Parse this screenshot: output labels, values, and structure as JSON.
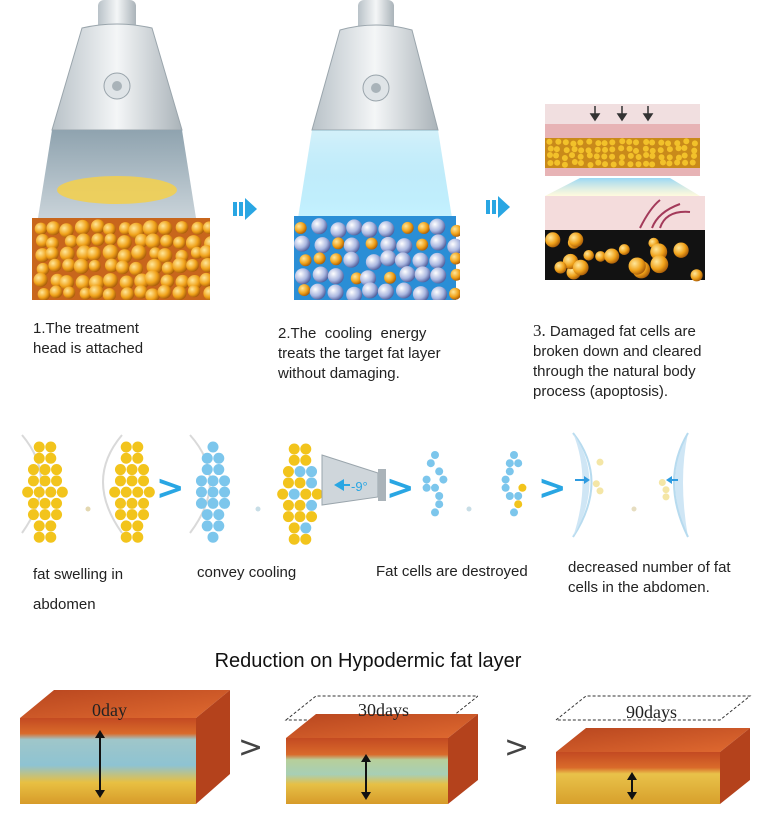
{
  "steps": [
    {
      "caption_line1": "1.The treatment",
      "caption_line2": "head is attached"
    },
    {
      "caption_line1": "2.The  cooling  energy",
      "caption_line2": "treats the target fat layer",
      "caption_line3": "without damaging."
    },
    {
      "num": "3.",
      "caption_line1": " Damaged fat cells are",
      "caption_line2": "broken down and cleared",
      "caption_line3": "through the natural body",
      "caption_line4": "process (apoptosis)."
    }
  ],
  "process": {
    "device_label": "-9°",
    "labels": [
      {
        "line1": "fat swelling in",
        "line2": "abdomen"
      },
      {
        "line1": "convey cooling"
      },
      {
        "line1": "Fat cells are destroyed"
      },
      {
        "line1": "decreased number of fat",
        "line2": "cells in the abdomen."
      }
    ]
  },
  "reduction": {
    "title": "Reduction on Hypodermic fat layer",
    "stages": [
      "0day",
      "30days",
      "90days"
    ]
  },
  "colors": {
    "fat_yellow": "#f2c41c",
    "cool_blue": "#7cc6ec",
    "arrow_blue": "#29a6e3",
    "skin_red": "#c8502a"
  }
}
